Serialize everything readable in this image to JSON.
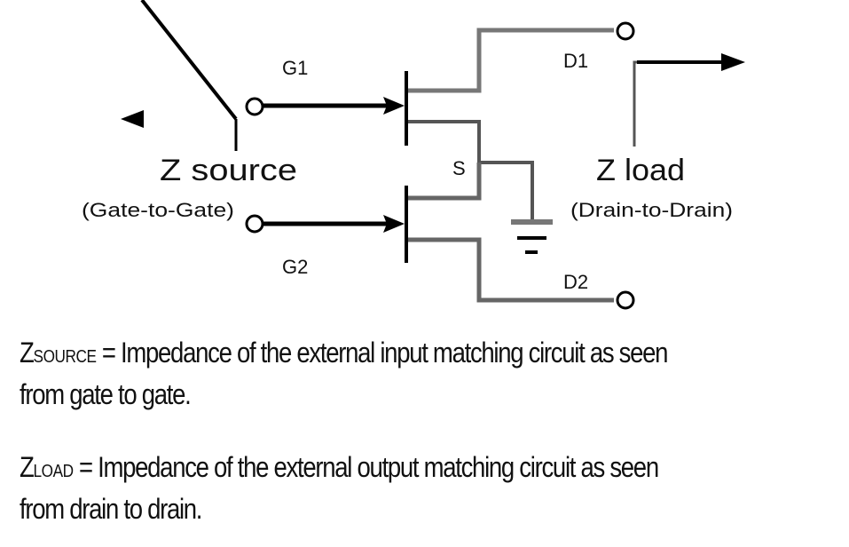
{
  "diagram": {
    "colors": {
      "black_wire": "#000000",
      "gray_wire": "#777777",
      "background": "#ffffff"
    },
    "labels": {
      "g1": "G1",
      "g2": "G2",
      "d1": "D1",
      "d2": "D2",
      "s": "S",
      "z_source": "Z source",
      "z_source_sub": "(Gate-to-Gate)",
      "z_load": "Z load",
      "z_load_sub": "(Drain-to-Drain)"
    },
    "symbols": [
      "terminal-circle-g1",
      "terminal-circle-g2",
      "terminal-circle-d1",
      "terminal-circle-d2",
      "ground-symbol",
      "transistor-upper",
      "transistor-lower",
      "arrow-left",
      "arrow-right"
    ]
  },
  "definitions": [
    {
      "symbol": "Z",
      "subscript": "SOURCE",
      "text": " = Impedance of the external input matching circuit as seen",
      "continuation": "from gate to gate."
    },
    {
      "symbol": "Z",
      "subscript": "LOAD",
      "text": " = Impedance of the external output matching circuit as seen",
      "continuation": "from drain to drain."
    }
  ]
}
